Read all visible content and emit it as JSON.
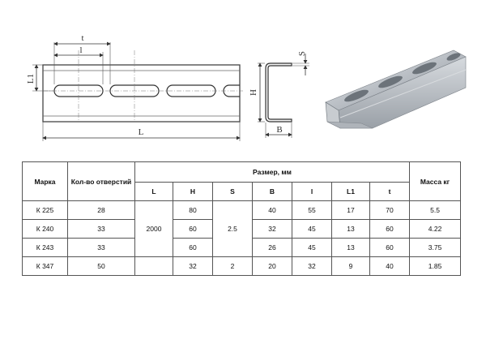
{
  "drawing": {
    "front_view": {
      "label_t": "t",
      "label_l": "l",
      "label_l1": "L1",
      "label_L": "L"
    },
    "side_view": {
      "label_s": "S",
      "label_h": "H",
      "label_b": "B"
    },
    "photo": "perforated-mounting-rail-photo"
  },
  "table": {
    "headers": {
      "mark": "Марка",
      "holes": "Кол-во отверстий",
      "size": "Размер, мм",
      "mass": "Масса кг",
      "L": "L",
      "H": "H",
      "S": "S",
      "B": "B",
      "l": "l",
      "L1": "L1",
      "t": "t"
    },
    "merged": {
      "L": "2000",
      "S": "2.5"
    },
    "rows": [
      {
        "mark": "К 225",
        "holes": "28",
        "H": "80",
        "B": "40",
        "l": "55",
        "L1": "17",
        "t": "70",
        "mass": "5.5"
      },
      {
        "mark": "К 240",
        "holes": "33",
        "H": "60",
        "B": "32",
        "l": "45",
        "L1": "13",
        "t": "60",
        "mass": "4.22"
      },
      {
        "mark": "К 243",
        "holes": "33",
        "H": "60",
        "B": "26",
        "l": "45",
        "L1": "13",
        "t": "60",
        "mass": "3.75"
      },
      {
        "mark": "К 347",
        "holes": "50",
        "H": "32",
        "S": "2",
        "B": "20",
        "l": "32",
        "L1": "9",
        "t": "40",
        "mass": "1.85"
      }
    ]
  }
}
